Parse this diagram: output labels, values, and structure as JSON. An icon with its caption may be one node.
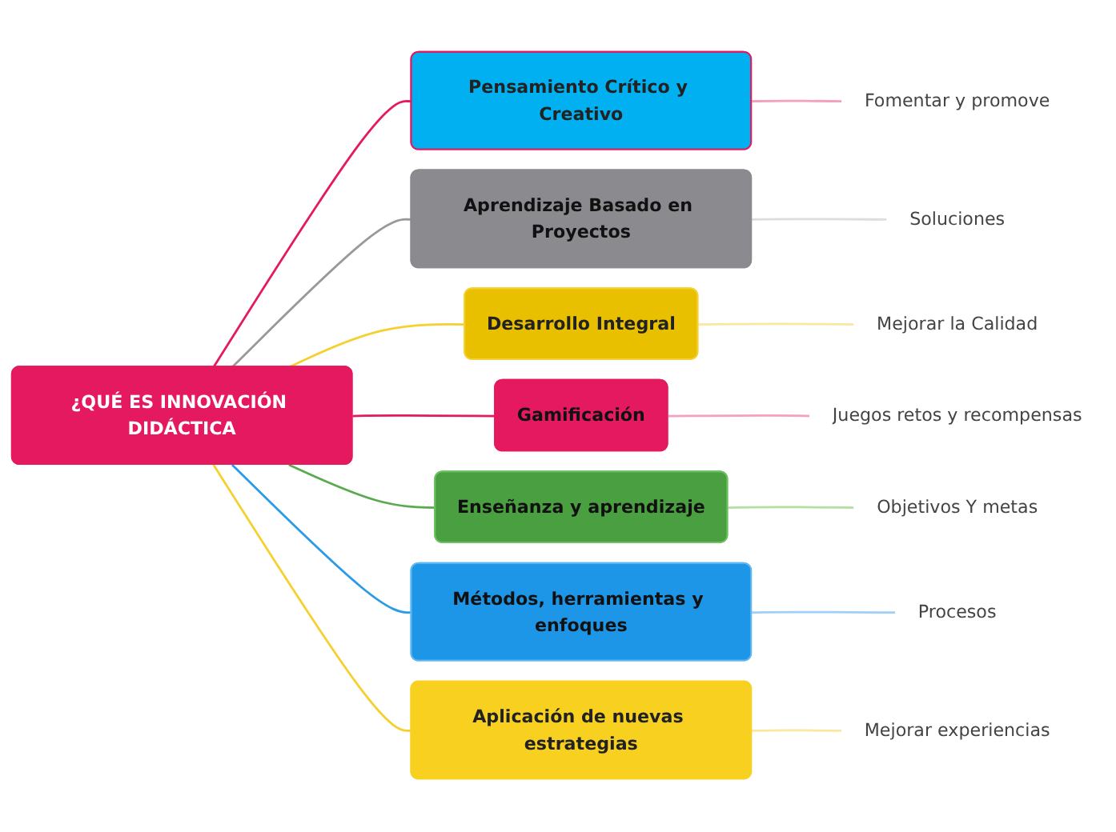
{
  "diagram": {
    "nodes": [
      {
        "text": [
          "¿QUÉ ES INNOVACIÓN DIDÁCTICA"
        ]
      },
      {
        "text": [
          "Pensamiento Crítico y Creativo"
        ]
      },
      {
        "text": [
          "Fomentar y promove"
        ]
      },
      {
        "text": [
          "Aprendizaje Basado en Proyectos"
        ]
      },
      {
        "text": [
          "Soluciones"
        ]
      },
      {
        "text": [
          "Desarrollo Integral"
        ]
      },
      {
        "text": [
          "Mejorar la Calidad"
        ]
      },
      {
        "text": [
          "Gamificación"
        ]
      },
      {
        "text": [
          "Juegos retos y recompensas"
        ]
      },
      {
        "text": [
          "Enseñanza y aprendizaje"
        ]
      },
      {
        "text": [
          "Objetivos Y metas"
        ]
      },
      {
        "text": [
          "Métodos, herramientas y enfoques"
        ]
      },
      {
        "text": [
          "Procesos"
        ]
      },
      {
        "text": [
          "Aplicación de nuevas estrategias"
        ]
      },
      {
        "text": [
          "Mejorar experiencias"
        ]
      }
    ],
    "edges": [
      {
        "from": 0,
        "to": 1,
        "arrow": "none",
        "color": "#e5195f"
      },
      {
        "from": 1,
        "to": 2,
        "arrow": "none",
        "color": "#f4a0c0"
      },
      {
        "from": 0,
        "to": 3,
        "arrow": "none",
        "color": "#999999"
      },
      {
        "from": 3,
        "to": 4,
        "arrow": "none",
        "color": "#dddddd"
      },
      {
        "from": 0,
        "to": 5,
        "arrow": "none",
        "color": "#f5d030"
      },
      {
        "from": 5,
        "to": 6,
        "arrow": "none",
        "color": "#f8e8a0"
      },
      {
        "from": 0,
        "to": 7,
        "arrow": "none",
        "color": "#e5195f"
      },
      {
        "from": 7,
        "to": 8,
        "arrow": "none",
        "color": "#f4a0c0"
      },
      {
        "from": 0,
        "to": 9,
        "arrow": "none",
        "color": "#5aaa50"
      },
      {
        "from": 9,
        "to": 10,
        "arrow": "none",
        "color": "#b0e0a0"
      },
      {
        "from": 0,
        "to": 11,
        "arrow": "none",
        "color": "#2a9be8"
      },
      {
        "from": 11,
        "to": 12,
        "arrow": "none",
        "color": "#a0d0f8"
      },
      {
        "from": 0,
        "to": 13,
        "arrow": "none",
        "color": "#f5d030"
      },
      {
        "from": 13,
        "to": 14,
        "arrow": "none",
        "color": "#f8e8a0"
      }
    ]
  }
}
